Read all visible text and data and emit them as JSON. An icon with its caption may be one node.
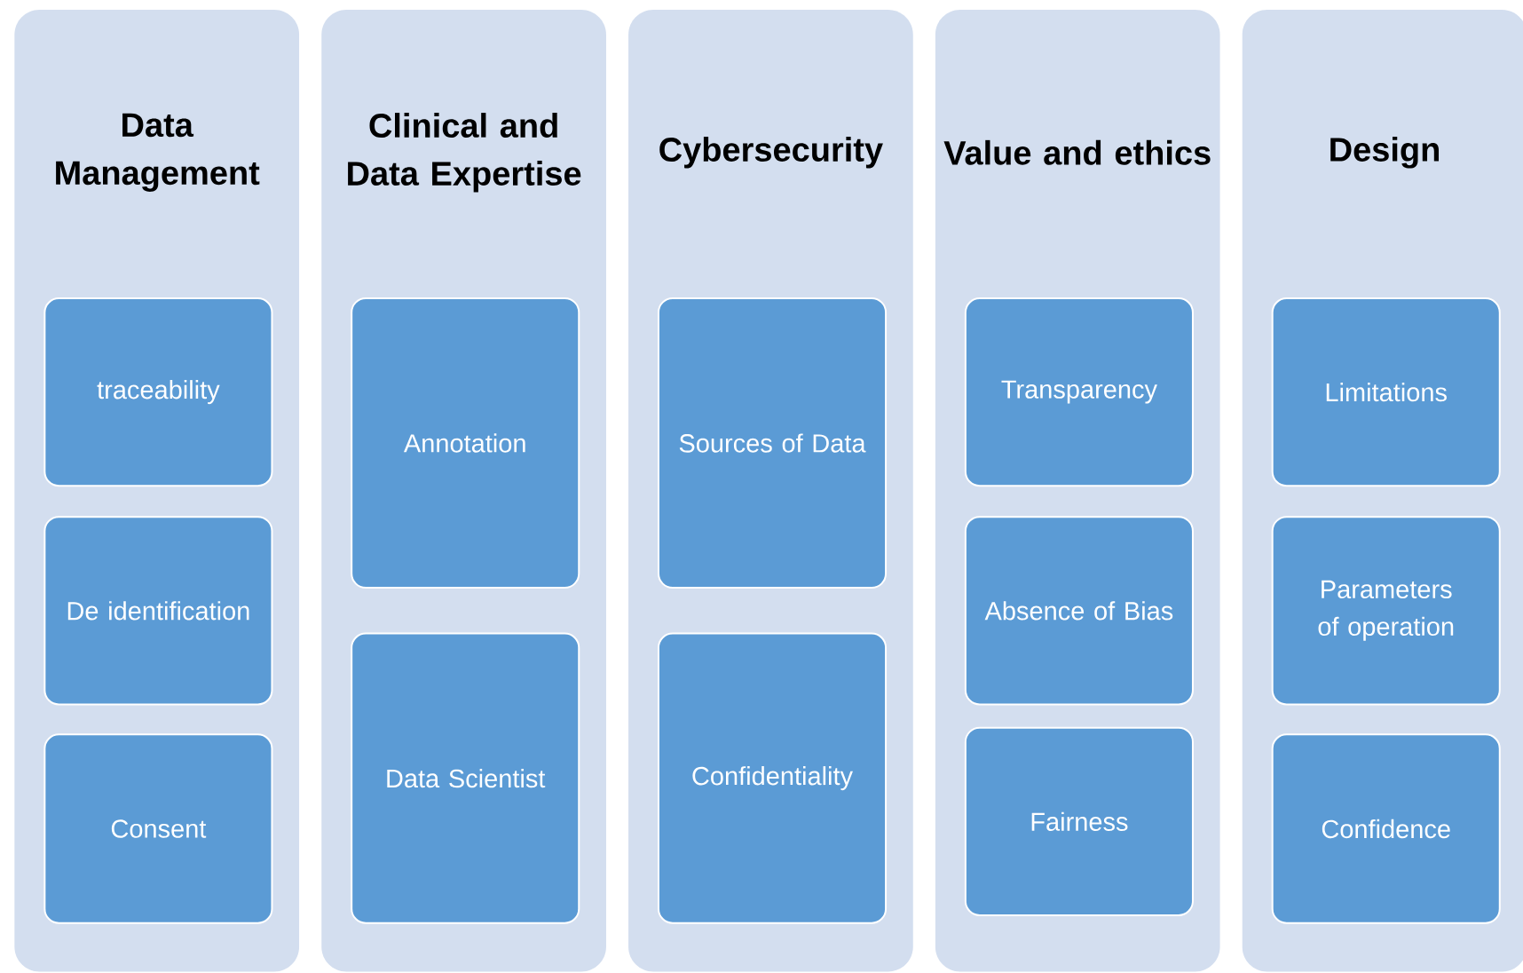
{
  "diagram": {
    "nodes": [
      {
        "text": [
          "Data Management"
        ]
      },
      {
        "text": [
          "traceability"
        ],
        "in": 0
      },
      {
        "text": [
          "De identification"
        ],
        "in": 0
      },
      {
        "text": [
          "Consent"
        ],
        "in": 0
      },
      {
        "text": [
          "Clinical and Data Expertise"
        ]
      },
      {
        "text": [
          "Annotation"
        ],
        "in": 4
      },
      {
        "text": [
          "Data Scientist"
        ],
        "in": 4
      },
      {
        "text": [
          "Cybersecurity"
        ]
      },
      {
        "text": [
          "Sources of Data"
        ],
        "in": 7
      },
      {
        "text": [
          "Confidentiality"
        ],
        "in": 7
      },
      {
        "text": [
          "Value and ethics"
        ]
      },
      {
        "text": [
          "Transparency"
        ],
        "in": 10
      },
      {
        "text": [
          "Absence of Bias"
        ],
        "in": 10
      },
      {
        "text": [
          "Fairness"
        ],
        "in": 10
      },
      {
        "text": [
          "Design"
        ]
      },
      {
        "text": [
          "Limitations"
        ],
        "in": 14
      },
      {
        "text": [
          "Parameters of operation"
        ],
        "in": 14
      },
      {
        "text": [
          "Confidence"
        ],
        "in": 14
      }
    ]
  }
}
